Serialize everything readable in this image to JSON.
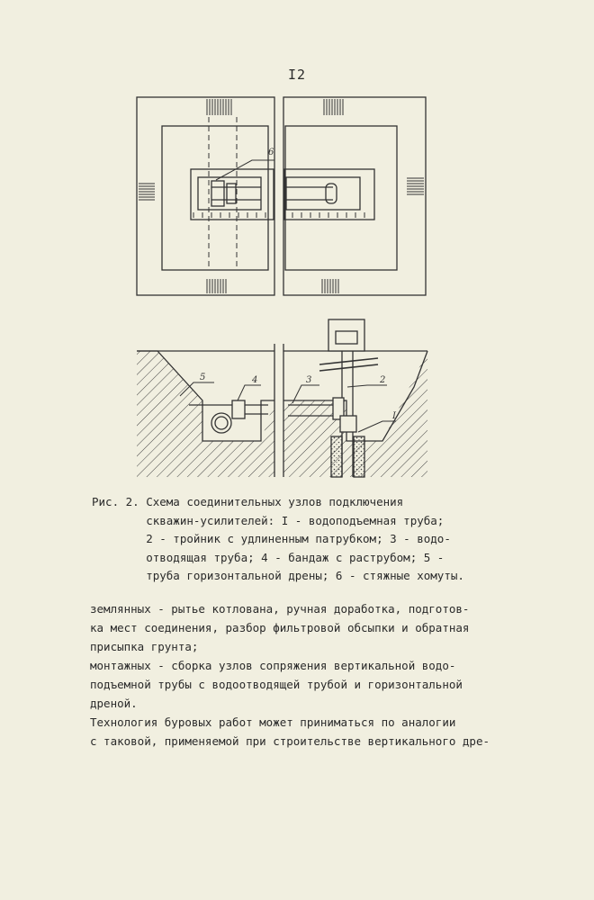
{
  "page": {
    "number": "I2"
  },
  "figure": {
    "labels": {
      "l1": "I",
      "l2": "2",
      "l3": "3",
      "l4": "4",
      "l5": "5",
      "l6": "6"
    }
  },
  "caption": {
    "lines": [
      "Рис. 2. Схема соединительных узлов подключения",
      "        скважин-усилителей: I - водоподъемная труба;",
      "        2 - тройник с удлиненным патрубком; 3 - водо-",
      "        отводящая труба; 4 - бандаж с раструбом; 5 -",
      "        труба горизонтальной дрены; 6 - стяжные хомуты."
    ]
  },
  "body": {
    "lines": [
      "землянных - рытье котлована, ручная доработка, подготов-",
      "ка мест соединения, разбор фильтровой обсыпки и обратная",
      "присыпка грунта;",
      "монтажных - сборка узлов сопряжения вертикальной водо-",
      "подъемной трубы с водоотводящей трубой и горизонтальной",
      "дреной.",
      "Технология буровых работ может приниматься по аналогии",
      "с таковой, применяемой при строительстве вертикального дре-"
    ]
  }
}
